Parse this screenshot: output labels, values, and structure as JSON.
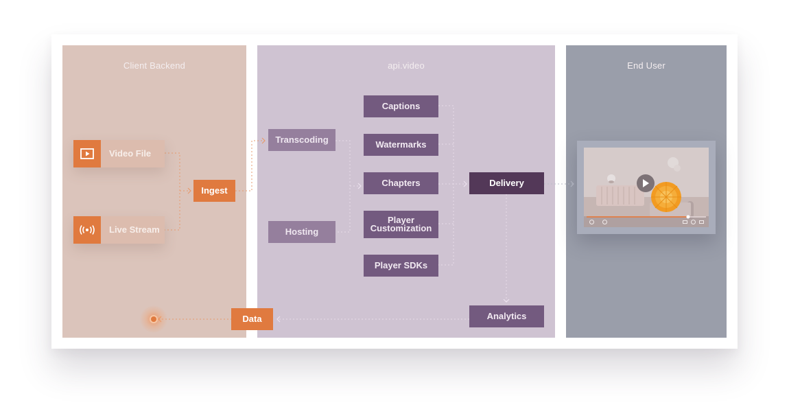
{
  "panels": {
    "client_backend": "Client Backend",
    "api_video": "api.video",
    "end_user": "End User"
  },
  "sources": {
    "video_file": "Video File",
    "live_stream": "Live Stream"
  },
  "nodes": {
    "ingest": "Ingest",
    "transcoding": "Transcoding",
    "hosting": "Hosting",
    "captions": "Captions",
    "watermarks": "Watermarks",
    "chapters": "Chapters",
    "player_customization": "Player\nCustomization",
    "player_sdks": "Player SDKs",
    "delivery": "Delivery",
    "analytics": "Analytics",
    "data": "Data"
  },
  "player": {
    "progress": 0.85,
    "icons": [
      "play-icon",
      "rewind-icon",
      "forward-icon",
      "fullscreen-icon",
      "settings-icon",
      "pip-icon"
    ]
  },
  "colors": {
    "orange": "#e07a3f",
    "purple": "#735a7f",
    "delivery": "#533858",
    "client_panel": "#dbc4bb",
    "api_panel": "#cfc3d2",
    "user_panel": "#9a9eaa"
  }
}
